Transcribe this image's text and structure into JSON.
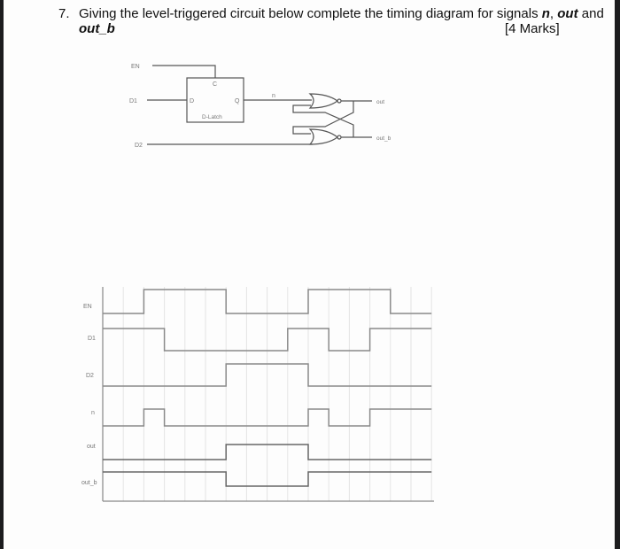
{
  "question": {
    "number": "7.",
    "text_before": "Giving the level-triggered circuit below complete the timing diagram for signals ",
    "sig_n": "n",
    "comma": ", ",
    "sig_out": "out",
    "and": " and",
    "sig_out_b": "out_b",
    "marks": "[4 Marks]"
  },
  "circuit": {
    "labels": {
      "en": "EN",
      "d1": "D1",
      "d2": "D2",
      "c_pin": "C",
      "d_pin": "D",
      "q_pin": "Q",
      "latch": "D-Latch",
      "n": "n",
      "out": "out",
      "out_b": "out_b"
    },
    "gates": [
      "NOR",
      "NOR"
    ],
    "latch_type": "D-Latch"
  },
  "timing": {
    "signal_labels": [
      "EN",
      "D1",
      "D2",
      "n",
      "out",
      "out_b"
    ],
    "grid_divisions": 16,
    "waveforms": {
      "EN": [
        0,
        0,
        1,
        1,
        1,
        1,
        0,
        0,
        0,
        0,
        1,
        1,
        1,
        1,
        0,
        0
      ],
      "D1": [
        1,
        1,
        1,
        0,
        0,
        0,
        0,
        0,
        0,
        1,
        1,
        0,
        0,
        1,
        1,
        1
      ],
      "D2": [
        0,
        0,
        0,
        0,
        0,
        0,
        1,
        1,
        1,
        1,
        0,
        0,
        0,
        0,
        0,
        0
      ],
      "n": [
        0,
        0,
        1,
        0,
        0,
        0,
        0,
        0,
        0,
        0,
        1,
        0,
        0,
        1,
        1,
        1
      ],
      "out": [
        0,
        0,
        0,
        0,
        0,
        0,
        1,
        1,
        1,
        1,
        0,
        0,
        0,
        0,
        0,
        0
      ],
      "out_b": [
        1,
        1,
        1,
        1,
        1,
        1,
        0,
        0,
        0,
        0,
        1,
        1,
        1,
        1,
        1,
        1
      ]
    }
  }
}
